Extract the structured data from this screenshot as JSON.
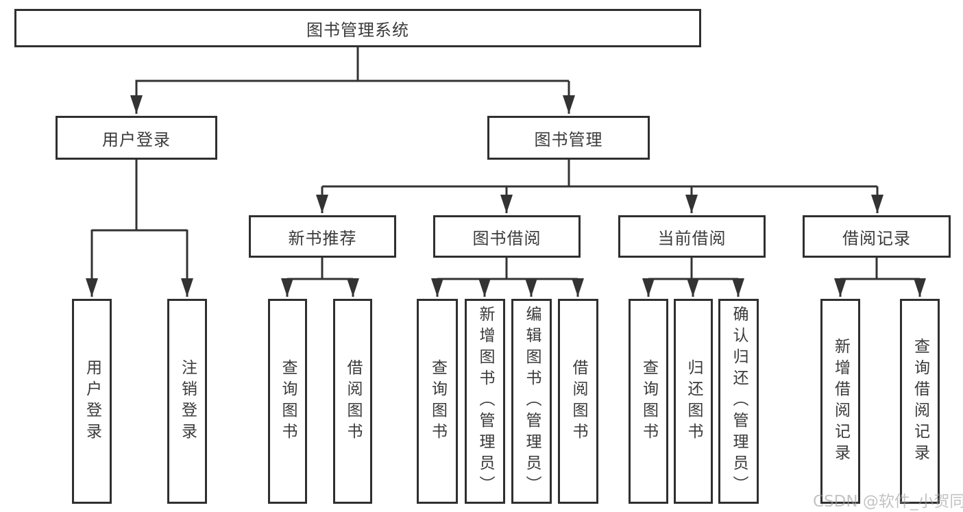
{
  "tree": {
    "root": "图书管理系统",
    "branches": [
      {
        "label": "用户登录",
        "children": [
          "用户登录",
          "注销登录"
        ]
      },
      {
        "label": "图书管理",
        "children": [
          {
            "label": "新书推荐",
            "children": [
              "查询图书",
              "借阅图书"
            ]
          },
          {
            "label": "图书借阅",
            "children": [
              "查询图书",
              "新增图书（管理员）",
              "编辑图书（管理员）",
              "借阅图书"
            ]
          },
          {
            "label": "当前借阅",
            "children": [
              "查询图书",
              "归还图书",
              "确认归还（管理员）"
            ]
          },
          {
            "label": "借阅记录",
            "children": [
              "新增借阅记录",
              "查询借阅记录"
            ]
          }
        ]
      }
    ]
  },
  "watermark": {
    "text": "CSDN @软件_小贺同学"
  },
  "colors": {
    "line": "#333333",
    "box_border": "#2f2f2f",
    "text": "#3a3a3a",
    "background": "#ffffff",
    "watermark": "#9e9e9e"
  }
}
